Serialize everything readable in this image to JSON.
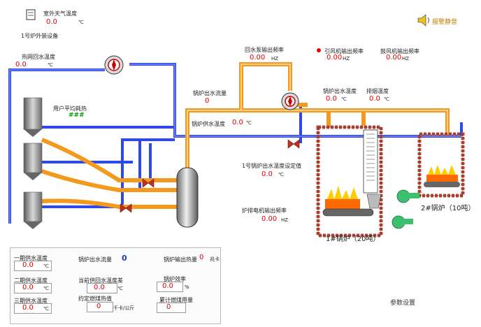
{
  "header": {
    "outdoor_temp_label": "室外天气温度",
    "outdoor_temp_value": "0.0",
    "outdoor_temp_unit": "℃",
    "station_label": "1号炉外装设备",
    "mute_label": "报警静音"
  },
  "left": {
    "return_temp_label": "热网回水温度",
    "return_temp_value": "0.0",
    "return_temp_unit": "℃",
    "avg_heat_label": "用户平均耗热",
    "avg_heat_value": "###"
  },
  "center": {
    "pump_freq_label": "回水泵输出频率",
    "pump_freq_value": "0.00",
    "pump_freq_unit": "HZ",
    "boiler_flow_label": "锅炉出水流量",
    "boiler_flow_value": "0",
    "supply_temp_label": "锅炉供水温度",
    "supply_temp_value": "0.0",
    "supply_temp_unit": "℃",
    "setpoint_label": "1号锅炉出水温度设定值",
    "setpoint_value": "0.0",
    "setpoint_unit": "℃",
    "grate_freq_label": "炉排电机输出频率",
    "grate_freq_value": "0.00",
    "grate_freq_unit": "HZ"
  },
  "right": {
    "draft_fan_label": "引风机输出频率",
    "draft_fan_value": "0.00",
    "draft_fan_unit": "HZ",
    "blower_label": "鼓风机输出频率",
    "blower_value": "0.00",
    "blower_unit": "HZ",
    "outlet_temp_label": "锅炉出水温度",
    "outlet_temp_value": "0.0",
    "outlet_temp_unit": "℃",
    "exhaust_temp_label": "排烟温度",
    "exhaust_temp_value": "0.0",
    "exhaust_temp_unit": "℃",
    "boiler1_label": "1#锅炉（20吨）",
    "boiler2_label": "2#锅炉（10吨）"
  },
  "panel": {
    "s1_label": "一期供水温度",
    "s1_value": "0.0",
    "s1_unit": "℃",
    "s2_label": "二期供水温度",
    "s2_value": "0.0",
    "s2_unit": "℃",
    "s3_label": "三期供水温度",
    "s3_value": "0.0",
    "s3_unit": "℃",
    "flow_label": "锅炉出水流量",
    "flow_value": "0",
    "diff_label": "当前供回水温度差",
    "diff_value": "0.0",
    "diff_unit": "℃",
    "coal_label": "约定燃煤热值",
    "coal_value": "0",
    "coal_unit": "千卡/公斤",
    "heat_label": "锅炉输出热量",
    "heat_value": "0",
    "heat_unit": "兆卡",
    "eff_label": "锅炉效率",
    "eff_value": "0.0",
    "eff_unit": "%",
    "total_coal_label": "累计燃煤用量",
    "total_coal_value": "0"
  },
  "footer": {
    "params_label": "参数设置"
  },
  "colors": {
    "blue_pipe": "#3048e0",
    "orange_pipe": "#f39a1e",
    "value_red": "#e00000",
    "value_blue": "#1a3cc8",
    "brick": "#b8483a"
  }
}
